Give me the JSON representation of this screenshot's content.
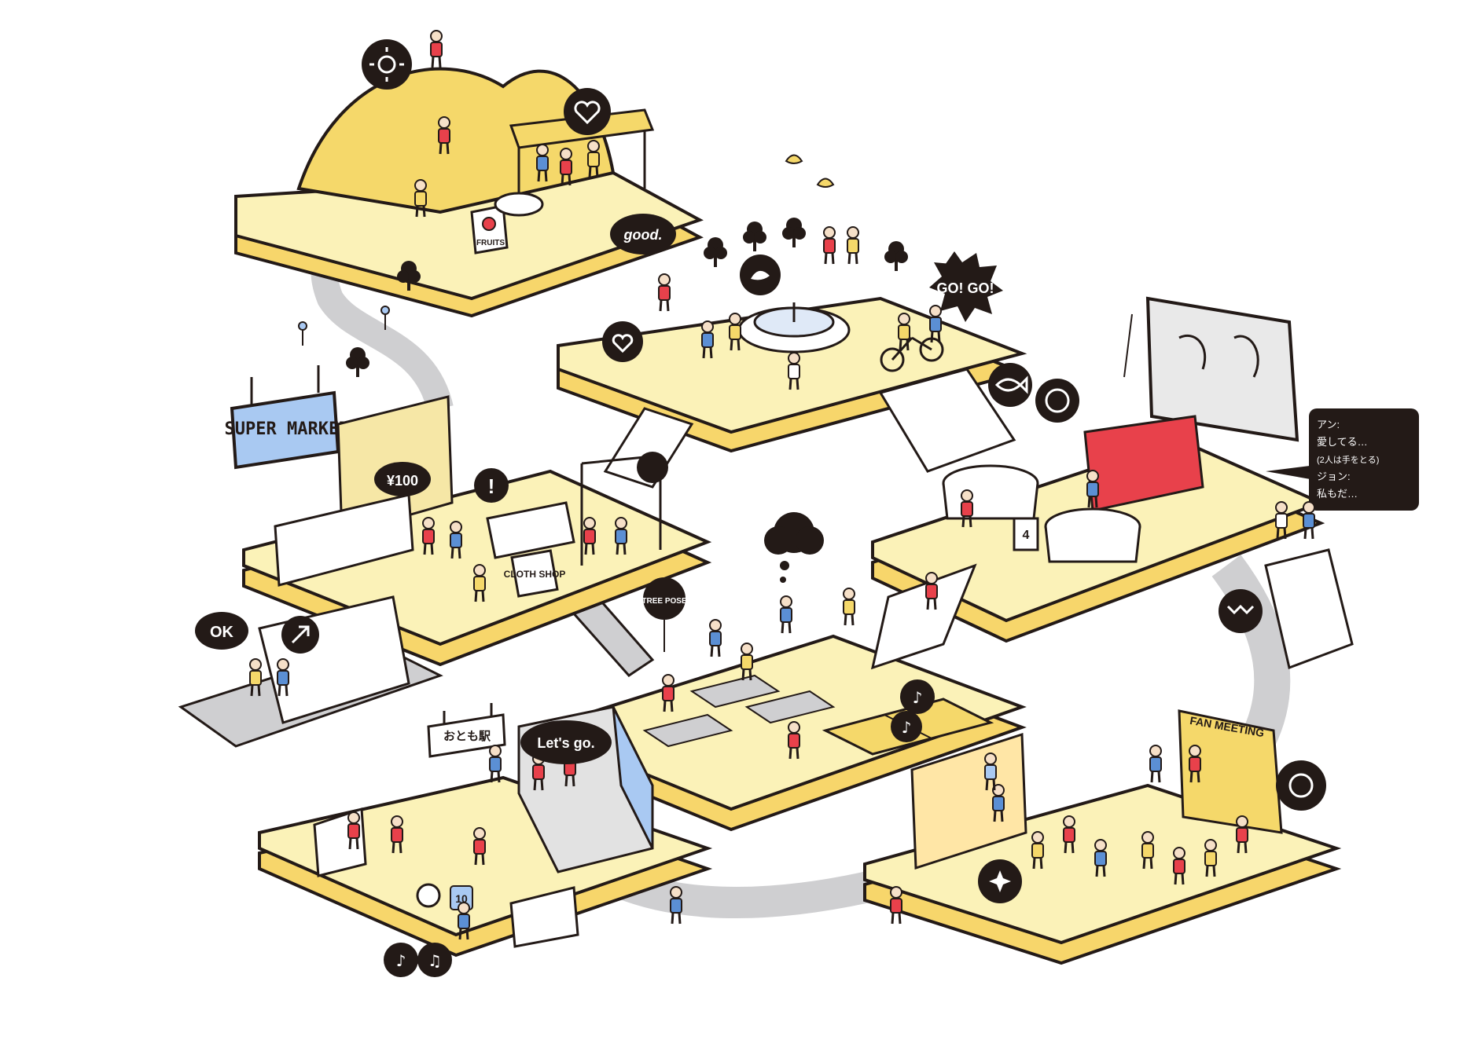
{
  "illustration": {
    "style": "isometric city of floating yellow platforms",
    "colors": {
      "platform_top": "#fbf2b8",
      "platform_side": "#f7d66b",
      "outline": "#231a17",
      "accent_red": "#e8414b",
      "accent_blue": "#5b8fd4",
      "path_gray": "#cfcfd1",
      "hill_yellow": "#f5d86a",
      "bubble_black": "#231a17"
    }
  },
  "signs": {
    "supermarket": "SUPER MARKET",
    "fruits": "FRUITS",
    "cloth_shop": "CLOTH SHOP",
    "station": "おとも駅",
    "fan_meeting": "FAN MEETING",
    "price": "¥100",
    "jersey_number": "10",
    "table_number": "4"
  },
  "speech_bubbles": {
    "good": "good.",
    "go_go": "GO! GO!",
    "ok": "OK",
    "lets_go": "Let's go.",
    "exclaim": "!",
    "tree_pose": "TREE POSE"
  },
  "subtitle": {
    "line1": "アン:",
    "line2": "愛してる…",
    "line3": "(2人は手をとる)",
    "line4": "ジョン:",
    "line5": "私もだ…"
  },
  "icons": [
    "sun-icon",
    "heart-icon",
    "bird-icon",
    "fish-icon",
    "cookie-icon",
    "cloud-icon",
    "note-icon",
    "sparkle-icon",
    "face-icon",
    "arrow-icon",
    "wave-icon"
  ]
}
